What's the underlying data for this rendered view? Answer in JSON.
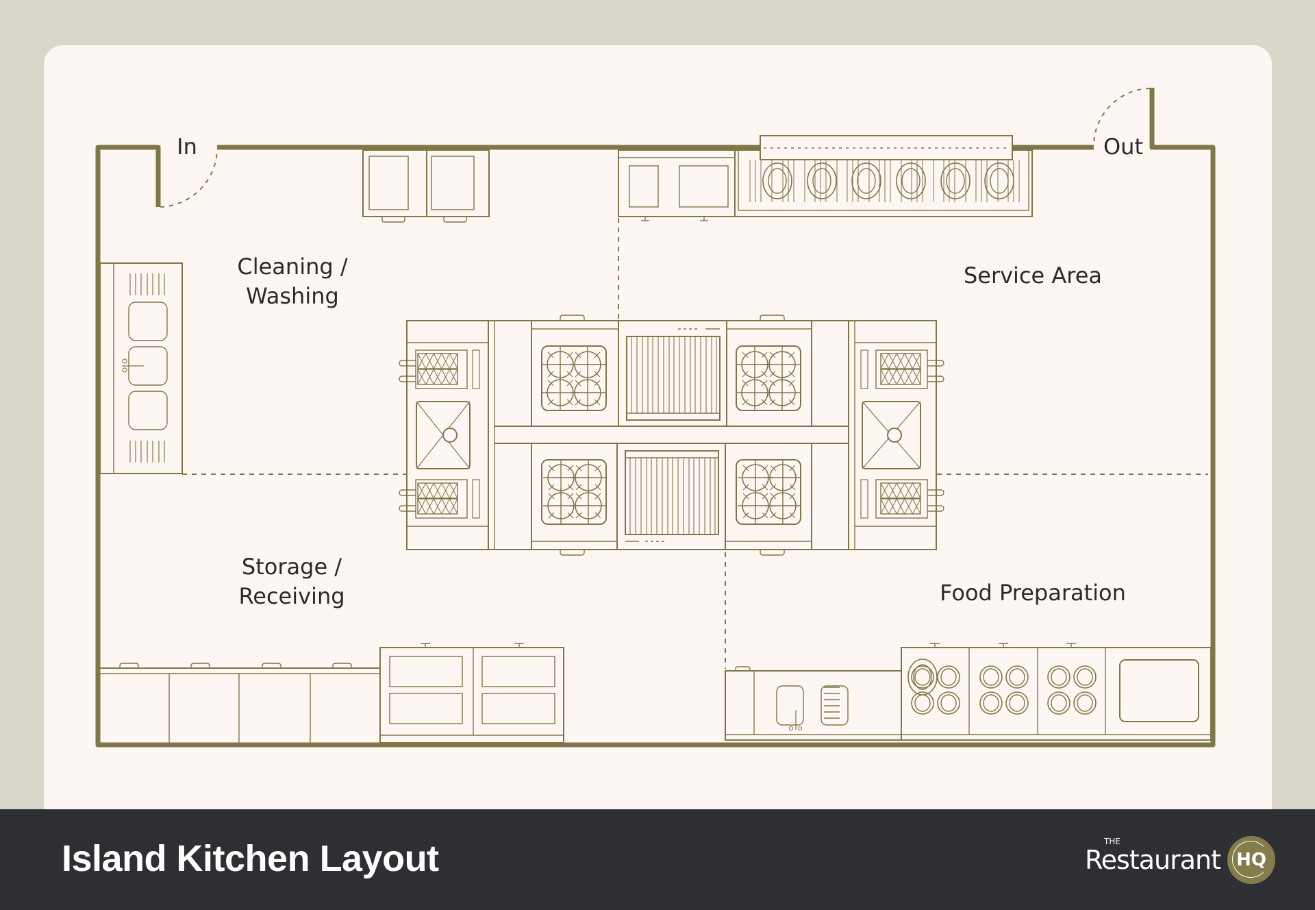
{
  "footer": {
    "title": "Island Kitchen Layout",
    "logo": {
      "prefix": "THE",
      "name": "Restaurant",
      "badge": "HQ"
    }
  },
  "plan": {
    "doors": {
      "entry": "In",
      "exit": "Out"
    },
    "zones": {
      "cleaning_line1": "Cleaning /",
      "cleaning_line2": "Washing",
      "service": "Service Area",
      "storage_line1": "Storage /",
      "storage_line2": "Receiving",
      "prep": "Food Preparation"
    }
  },
  "colors": {
    "background": "#d9d6ca",
    "card": "#fdf7f3",
    "wall": "#7f7747",
    "line": "#7f7747",
    "footer": "#2e2f33",
    "badge": "#847c4a",
    "text": "#2a2a2a"
  }
}
